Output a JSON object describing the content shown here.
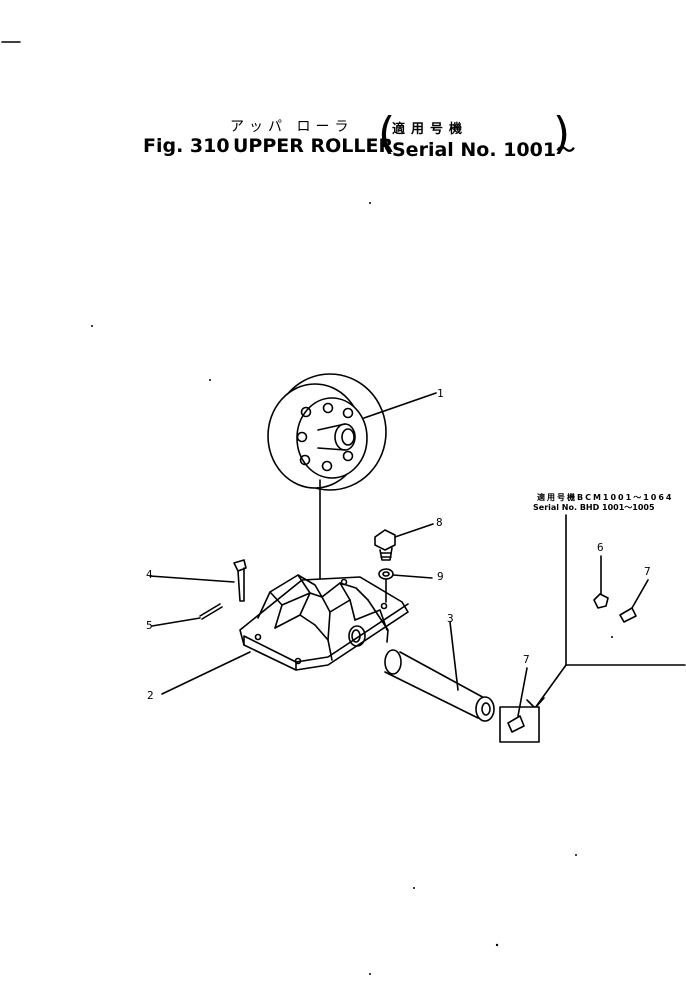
{
  "header": {
    "title_jp": "アッパ ローラ",
    "fig_label": "Fig. 310",
    "title_en": "UPPER ROLLER",
    "applicability_jp": "適用号機",
    "serial": "Serial No. 1001～"
  },
  "subnote": {
    "jp": "適用号機BCM1001～1064",
    "en": "Serial No. BHD 1001～1005"
  },
  "callouts": [
    "1",
    "2",
    "3",
    "4",
    "5",
    "6",
    "7",
    "7",
    "8",
    "9"
  ],
  "parentheses": {
    "left": "(",
    "right": ")"
  }
}
